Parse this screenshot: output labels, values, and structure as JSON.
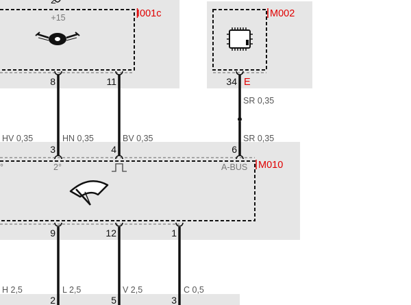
{
  "components": {
    "i001c": {
      "ref": "I001c",
      "supply_label": "+15",
      "pin_left": "8",
      "pin_right": "11",
      "top_partial_glyph": "2",
      "icon": "stalk-switch-icon"
    },
    "m002": {
      "ref": "M002",
      "pin": "34",
      "pin_suffix": "E",
      "icon": "chip-icon"
    },
    "m010": {
      "ref": "M010",
      "top_pins": [
        "3",
        "4",
        "6"
      ],
      "bottom_pins": [
        "9",
        "12",
        "1"
      ],
      "inner_label_left": "°",
      "inner_label_mid": "2°",
      "inner_label_right": "A-BUS",
      "icon": "wiper-icon",
      "pulse_icon": "pulse-signal-icon"
    },
    "connector_bottom": {
      "pins": [
        "2",
        "5",
        "3"
      ]
    }
  },
  "wires": {
    "upper": [
      "HV 0,35",
      "HN 0,35",
      "BV 0,35"
    ],
    "bus_upper": "SR 0,35",
    "bus_lower": "SR 0,35",
    "lower": [
      "H 2,5",
      "L 2,5",
      "V 2,5",
      "C 0,5"
    ]
  },
  "colors": {
    "reference": "#e00000",
    "panel_fill": "#e6e6e6",
    "wire": "#111111"
  }
}
